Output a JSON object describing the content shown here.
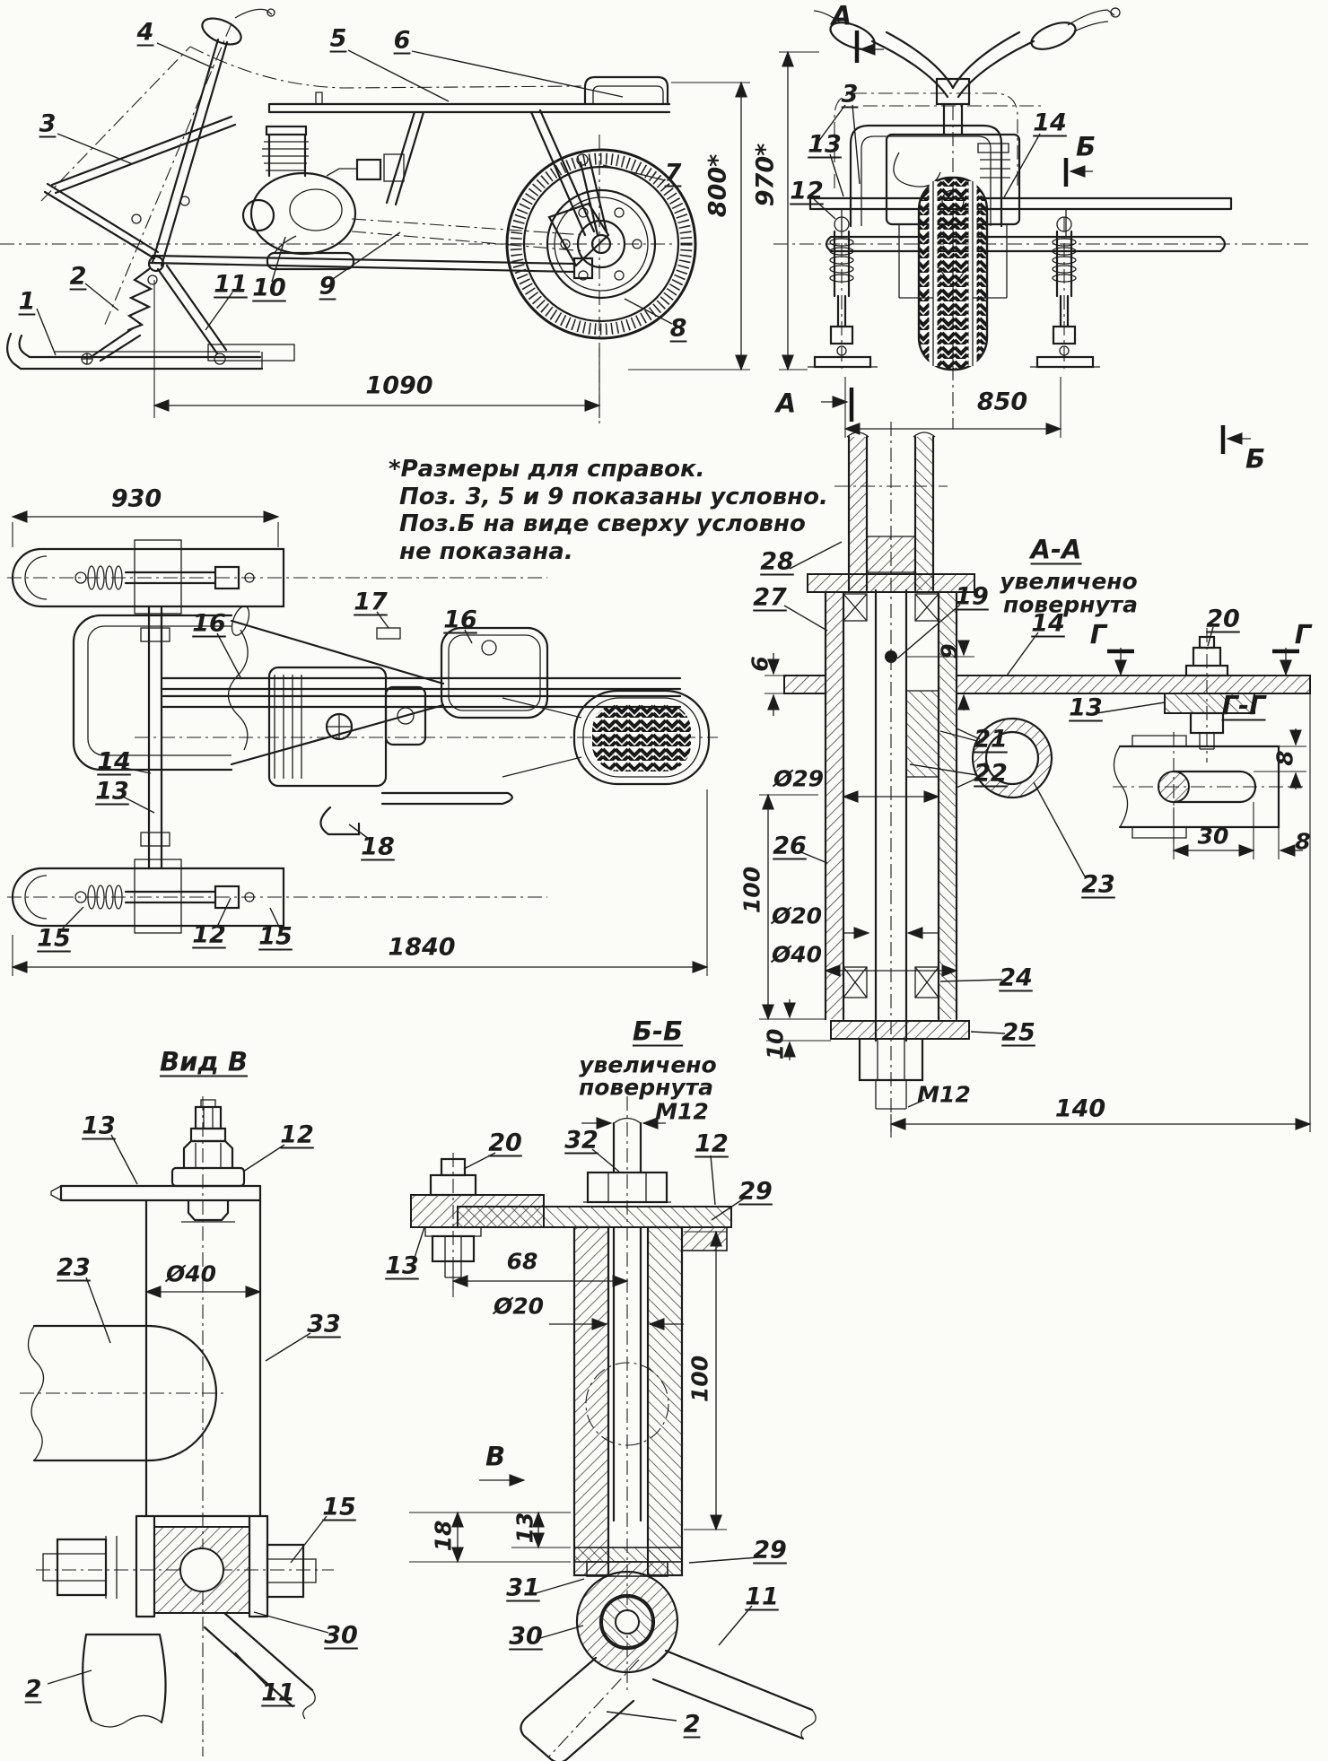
{
  "palette": {
    "ink": "#1c1c1c",
    "paper": "#fbfbf8"
  },
  "notes": {
    "l1": "*Размеры для справок.",
    "l2": "Поз. 3, 5 и 9 показаны условно.",
    "l3": "Поз.Б на виде сверху условно",
    "l4": "не показана."
  },
  "side_view": {
    "c1": "1",
    "c2": "2",
    "c3": "3",
    "c4": "4",
    "c5": "5",
    "c6": "6",
    "c7": "7",
    "c8": "8",
    "c9": "9",
    "c10": "10",
    "c11": "11",
    "dim_length": "1090",
    "dim_height": "800*"
  },
  "front_view": {
    "c3": "3",
    "c12": "12",
    "c13": "13",
    "c14": "14",
    "dim_height": "970*",
    "dim_track": "850",
    "mark_a_top": "А",
    "mark_a_bottom": "А",
    "mark_b_top": "Б",
    "mark_b_bottom": "Б"
  },
  "top_view": {
    "c12": "12",
    "c13": "13",
    "c14": "14",
    "c15a": "15",
    "c15b": "15",
    "c16a": "16",
    "c16b": "16",
    "c17": "17",
    "c18": "18",
    "dim_ski": "930",
    "dim_total": "1840"
  },
  "section_aa": {
    "title": "А-А",
    "sub1": "увеличено",
    "sub2": "повернута",
    "c13": "13",
    "c14": "14",
    "c19": "19",
    "c20": "20",
    "c21": "21",
    "c22": "22",
    "c23": "23",
    "c24": "24",
    "c25": "25",
    "c26": "26",
    "c27": "27",
    "c28": "28",
    "d6": "6",
    "d9": "9",
    "d29": "Ø29",
    "d20": "Ø20",
    "d40": "Ø40",
    "d10": "10",
    "d100": "100",
    "d140": "140",
    "m12": "М12",
    "mark_g1": "Г",
    "mark_g2": "Г"
  },
  "section_gg": {
    "title": "Г-Г",
    "d30": "30",
    "d8a": "8",
    "d8b": "8"
  },
  "view_b": {
    "title": "Вид В",
    "c2": "2",
    "c11": "11",
    "c12": "12",
    "c13": "13",
    "c15": "15",
    "c23": "23",
    "c30": "30",
    "c33": "33",
    "d40": "Ø40"
  },
  "section_bb": {
    "title": "Б-Б",
    "sub1": "увеличено",
    "sub2": "повернута",
    "m12": "М12",
    "c2": "2",
    "c11": "11",
    "c12": "12",
    "c13": "13",
    "c20": "20",
    "c29a": "29",
    "c29b": "29",
    "c30": "30",
    "c31": "31",
    "c32": "32",
    "d68": "68",
    "d20": "Ø20",
    "d100": "100",
    "d18": "18",
    "d13": "13",
    "mark_v": "В"
  }
}
